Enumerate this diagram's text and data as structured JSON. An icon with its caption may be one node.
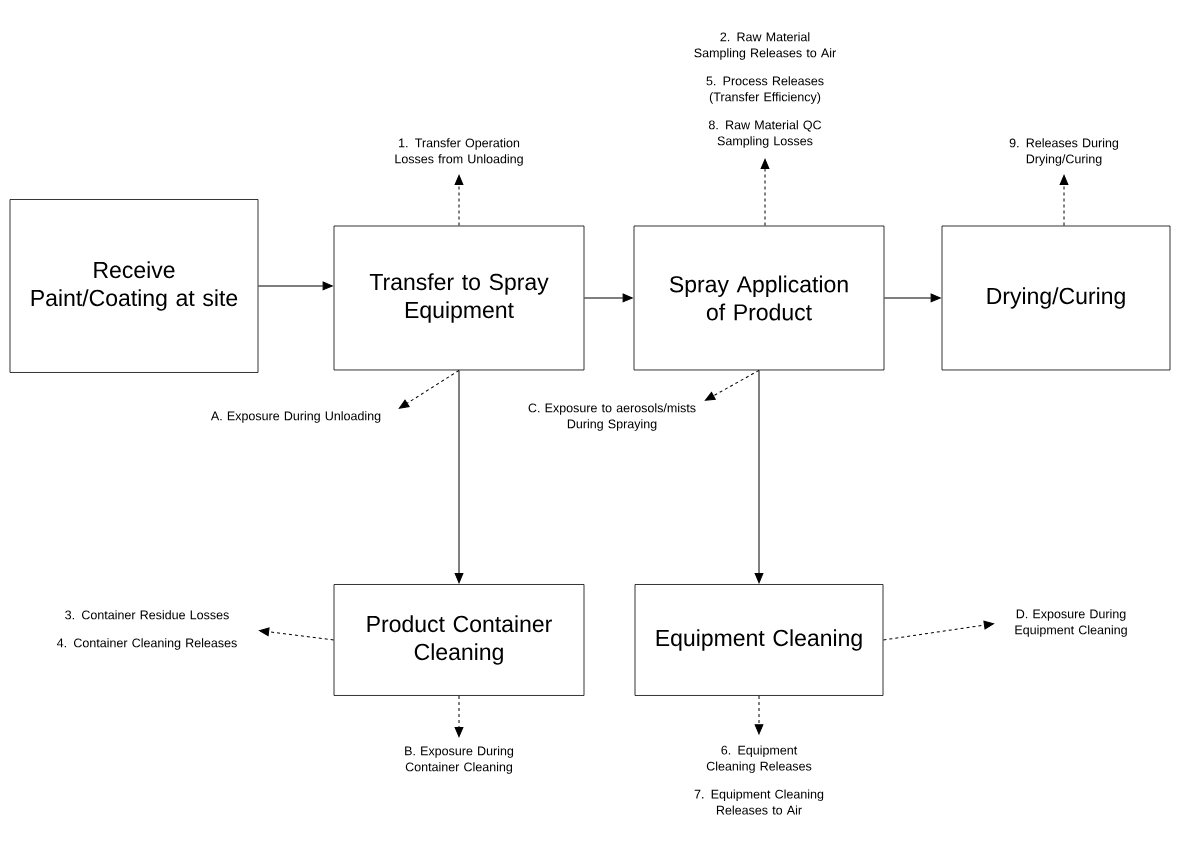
{
  "diagram": {
    "nodes": [
      {
        "text": [
          "Receive Paint/Coating at site"
        ]
      },
      {
        "text": [
          "Transfer to Spray Equipment"
        ]
      },
      {
        "text": [
          "Spray Application of Product"
        ]
      },
      {
        "text": [
          "Drying/Curing"
        ]
      },
      {
        "text": [
          "Product Container Cleaning"
        ]
      },
      {
        "text": [
          "Equipment Cleaning"
        ]
      },
      {
        "text": [
          "1. Transfer Operation Losses from Unloading"
        ]
      },
      {
        "text": [
          "2. Raw Material Sampling Releases to Air",
          "5. Process Releases (Transfer Efficiency)",
          "8. Raw Material QC Sampling Losses"
        ]
      },
      {
        "text": [
          "9. Releases During Drying/Curing"
        ]
      },
      {
        "text": [
          "A. Exposure During Unloading"
        ]
      },
      {
        "text": [
          "C. Exposure to aerosols/mists During Spraying"
        ]
      },
      {
        "text": [
          "3. Container Residue Losses",
          "4. Container Cleaning Releases"
        ]
      },
      {
        "text": [
          "B. Exposure During Container Cleaning"
        ]
      },
      {
        "text": [
          "D. Exposure During Equipment Cleaning"
        ]
      },
      {
        "text": [
          "6. Equipment Cleaning Releases",
          "7. Equipment Cleaning Releases to Air"
        ]
      }
    ],
    "edges": [
      {
        "from": 0,
        "to": 1,
        "arrow": "to"
      },
      {
        "from": 1,
        "to": 2,
        "arrow": "to"
      },
      {
        "from": 2,
        "to": 3,
        "arrow": "to"
      },
      {
        "from": 1,
        "to": 4,
        "arrow": "to"
      },
      {
        "from": 2,
        "to": 5,
        "arrow": "to"
      },
      {
        "from": 1,
        "to": 6,
        "arrow": "to",
        "style": "dashed"
      },
      {
        "from": 2,
        "to": 7,
        "arrow": "to",
        "style": "dashed"
      },
      {
        "from": 3,
        "to": 8,
        "arrow": "to",
        "style": "dashed"
      },
      {
        "from": 1,
        "to": 9,
        "arrow": "to",
        "style": "dashed"
      },
      {
        "from": 2,
        "to": 10,
        "arrow": "to",
        "style": "dashed"
      },
      {
        "from": 4,
        "to": 11,
        "arrow": "to",
        "style": "dashed"
      },
      {
        "from": 4,
        "to": 12,
        "arrow": "to",
        "style": "dashed"
      },
      {
        "from": 5,
        "to": 13,
        "arrow": "to",
        "style": "dashed"
      },
      {
        "from": 5,
        "to": 14,
        "arrow": "to",
        "style": "dashed"
      }
    ]
  }
}
